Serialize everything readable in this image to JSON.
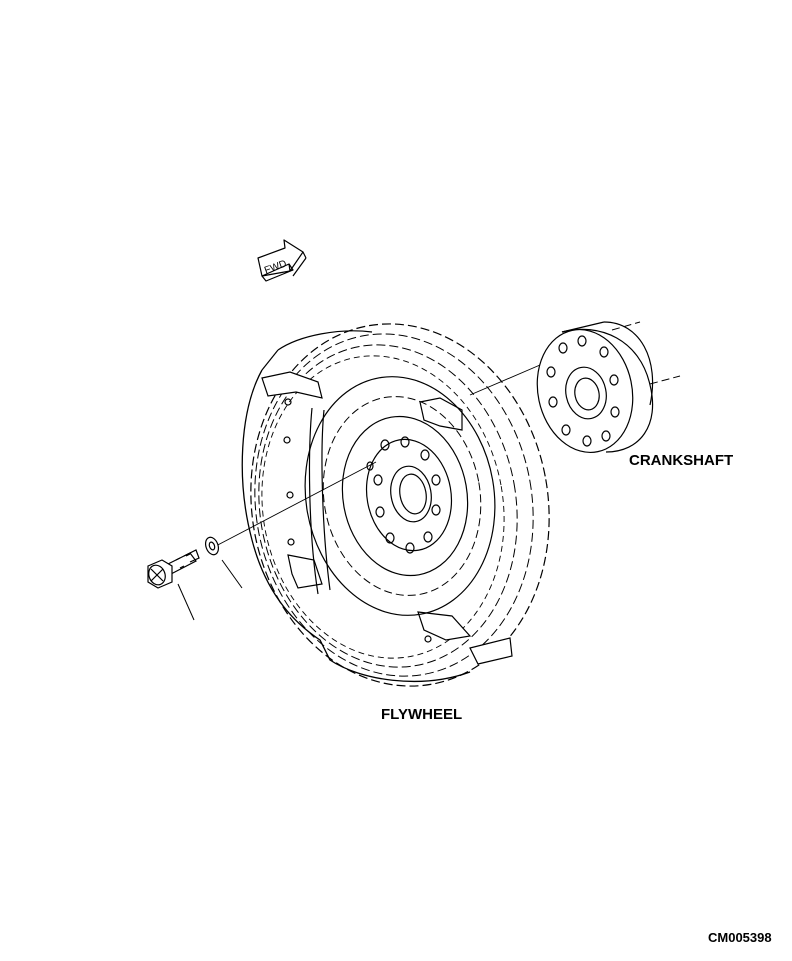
{
  "labels": {
    "crankshaft": "CRANKSHAFT",
    "flywheel": "FLYWHEEL",
    "drawing_code": "CM005398"
  },
  "fwd_symbol": {
    "text": "FWD",
    "icon": "fwd-arrow-icon"
  },
  "colors": {
    "line": "#000000",
    "background": "#ffffff"
  }
}
